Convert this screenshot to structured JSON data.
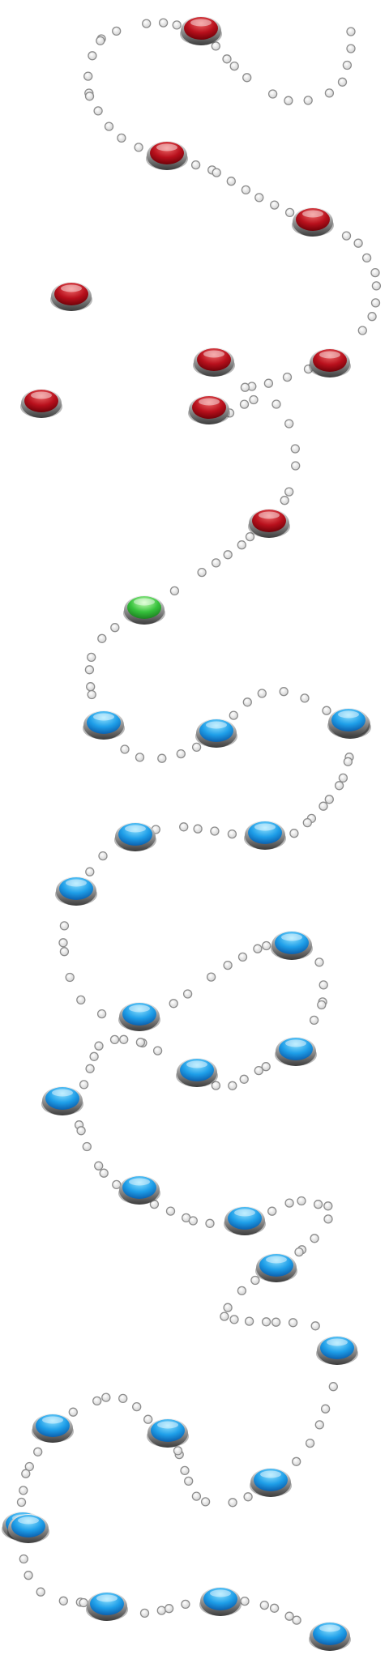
{
  "level_map": {
    "colors": {
      "completed": "#b8101c",
      "current": "#36c23c",
      "locked": "#1e9ee8",
      "path_dot_fill": "#e8e8e8",
      "path_dot_stroke": "#8d8d8d"
    },
    "completed_count": 9,
    "current_count": 1,
    "locked_count": 24
  }
}
